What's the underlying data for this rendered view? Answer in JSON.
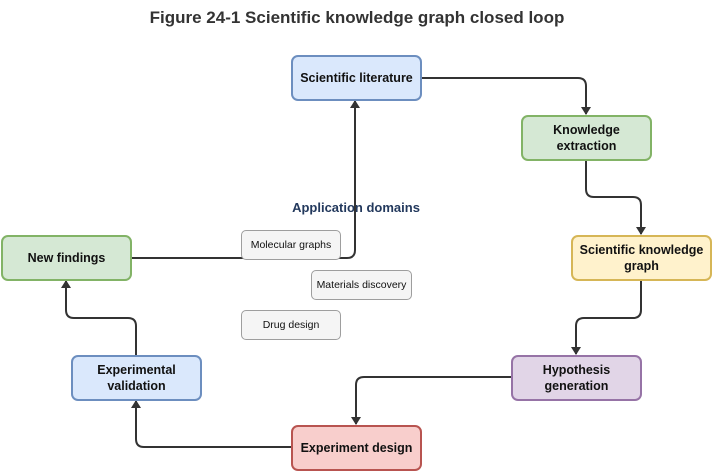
{
  "title": "Figure 24-1 Scientific knowledge graph closed loop",
  "nodes": {
    "scientific_literature": {
      "label": "Scientific literature",
      "fill": "#dae8fc",
      "stroke": "#6c8ebf"
    },
    "knowledge_extraction": {
      "label": "Knowledge\nextraction",
      "fill": "#d5e8d4",
      "stroke": "#82b366"
    },
    "scientific_knowledge_graph": {
      "label": "Scientific knowledge\ngraph",
      "fill": "#fff2cc",
      "stroke": "#d6b656"
    },
    "hypothesis_generation": {
      "label": "Hypothesis\ngeneration",
      "fill": "#e1d5e7",
      "stroke": "#9673a6"
    },
    "experiment_design": {
      "label": "Experiment design",
      "fill": "#f8cecc",
      "stroke": "#b85450"
    },
    "experimental_validation": {
      "label": "Experimental\nvalidation",
      "fill": "#dae8fc",
      "stroke": "#6c8ebf"
    },
    "new_findings": {
      "label": "New findings",
      "fill": "#d5e8d4",
      "stroke": "#82b366"
    }
  },
  "edges": [
    {
      "from": "Scientific literature",
      "to": "Knowledge extraction"
    },
    {
      "from": "Knowledge extraction",
      "to": "Scientific knowledge graph"
    },
    {
      "from": "Scientific knowledge graph",
      "to": "Hypothesis generation"
    },
    {
      "from": "Hypothesis generation",
      "to": "Experiment design"
    },
    {
      "from": "Experiment design",
      "to": "Experimental validation"
    },
    {
      "from": "Experimental validation",
      "to": "New findings"
    },
    {
      "from": "New findings",
      "to": "Scientific literature"
    }
  ],
  "application_domains": {
    "label": "Application domains",
    "items": [
      "Molecular graphs",
      "Materials discovery",
      "Drug design"
    ]
  },
  "colors": {
    "edge": "#333333",
    "app_fill": "#f5f5f5",
    "app_stroke": "#9e9e9e",
    "app_label": "#23395d"
  }
}
